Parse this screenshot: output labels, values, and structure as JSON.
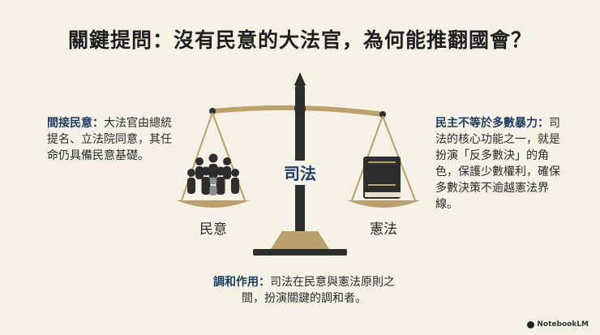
{
  "title": "關鍵提問：沒有民意的大法官，為何能推翻國會？",
  "left_note": {
    "highlight": "間接民意",
    "sep": "：",
    "body": "大法官由總統提名、立法院同意，其任命仍具備民意基礎。"
  },
  "right_note": {
    "highlight": "民主不等於多數暴力",
    "sep": "：",
    "body": "司法的核心功能之一，就是扮演「反多數決」的角色，保護少數權利，確保多數決策不逾越憲法界線。"
  },
  "bottom_note": {
    "highlight": "調和作用",
    "sep": "：",
    "body": "司法在民意與憲法原則之間，扮演關鍵的調和者。"
  },
  "scale": {
    "center_label": "司法",
    "left_pan_label": "民意",
    "right_pan_label": "憲法",
    "left_icon": "crowd-icon",
    "right_icon": "book-icon"
  },
  "brand": {
    "name": "NotebookLM",
    "icon": "notebooklm-logo-icon"
  },
  "colors": {
    "gold": "#b9a06c",
    "dark": "#2d2d2d",
    "accent_blue": "#1d3d63",
    "background": "#f6f1e7"
  }
}
